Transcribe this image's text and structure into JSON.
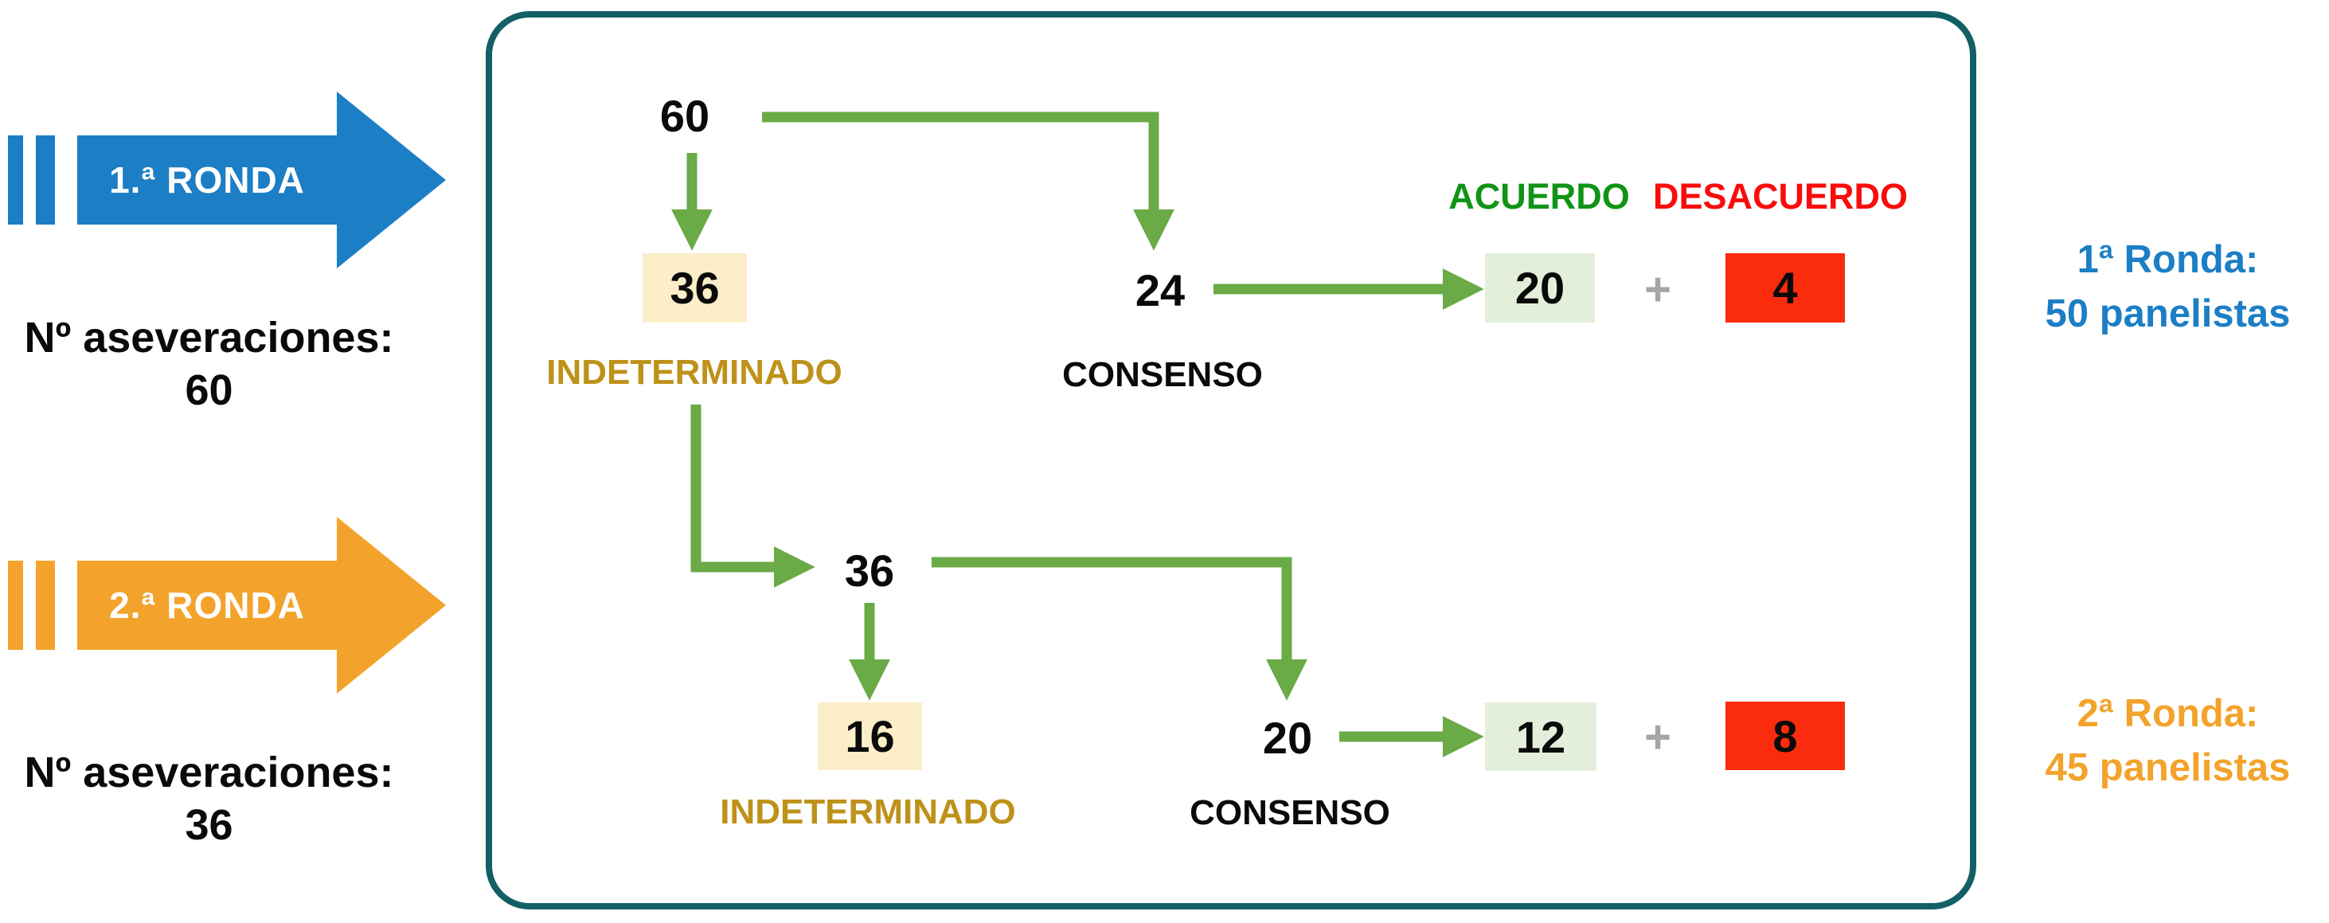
{
  "colors": {
    "round1_blue": "#1C7EC5",
    "round2_orange": "#F3A32B",
    "frame_teal": "#135F66",
    "connector_green": "#6AAA47",
    "indeterminate_box_yellow": "#FBEEC8",
    "agreement_box_green": "#E3EFDB",
    "disagreement_box_red": "#FB2B0D",
    "agreement_text_green": "#109416",
    "disagreement_text_red": "#F90D0B",
    "indeterminate_text_gold": "#BE9119",
    "plus_gray": "#A6A6A6"
  },
  "left_panel": {
    "round1_arrow_label": "1.ª RONDA",
    "round1_caption_line1": "Nº aseveraciones:",
    "round1_caption_line2": "60",
    "round2_arrow_label": "2.ª RONDA",
    "round2_caption_line1": "Nº aseveraciones:",
    "round2_caption_line2": "36"
  },
  "diagram": {
    "round1": {
      "start_value": "60",
      "indeterminate_value": "36",
      "indeterminate_label": "INDETERMINADO",
      "consensus_value": "24",
      "consensus_label": "CONSENSO",
      "agreement_header": "ACUERDO",
      "disagreement_header": "DESACUERDO",
      "agreement_value": "20",
      "plus_sign": "+",
      "disagreement_value": "4"
    },
    "round2": {
      "start_value": "36",
      "indeterminate_value": "16",
      "indeterminate_label": "INDETERMINADO",
      "consensus_value": "20",
      "consensus_label": "CONSENSO",
      "agreement_value": "12",
      "plus_sign": "+",
      "disagreement_value": "8"
    }
  },
  "right_panel": {
    "round1_line1": "1ª Ronda:",
    "round1_line2": "50 panelistas",
    "round2_line1": "2ª Ronda:",
    "round2_line2": "45 panelistas"
  }
}
